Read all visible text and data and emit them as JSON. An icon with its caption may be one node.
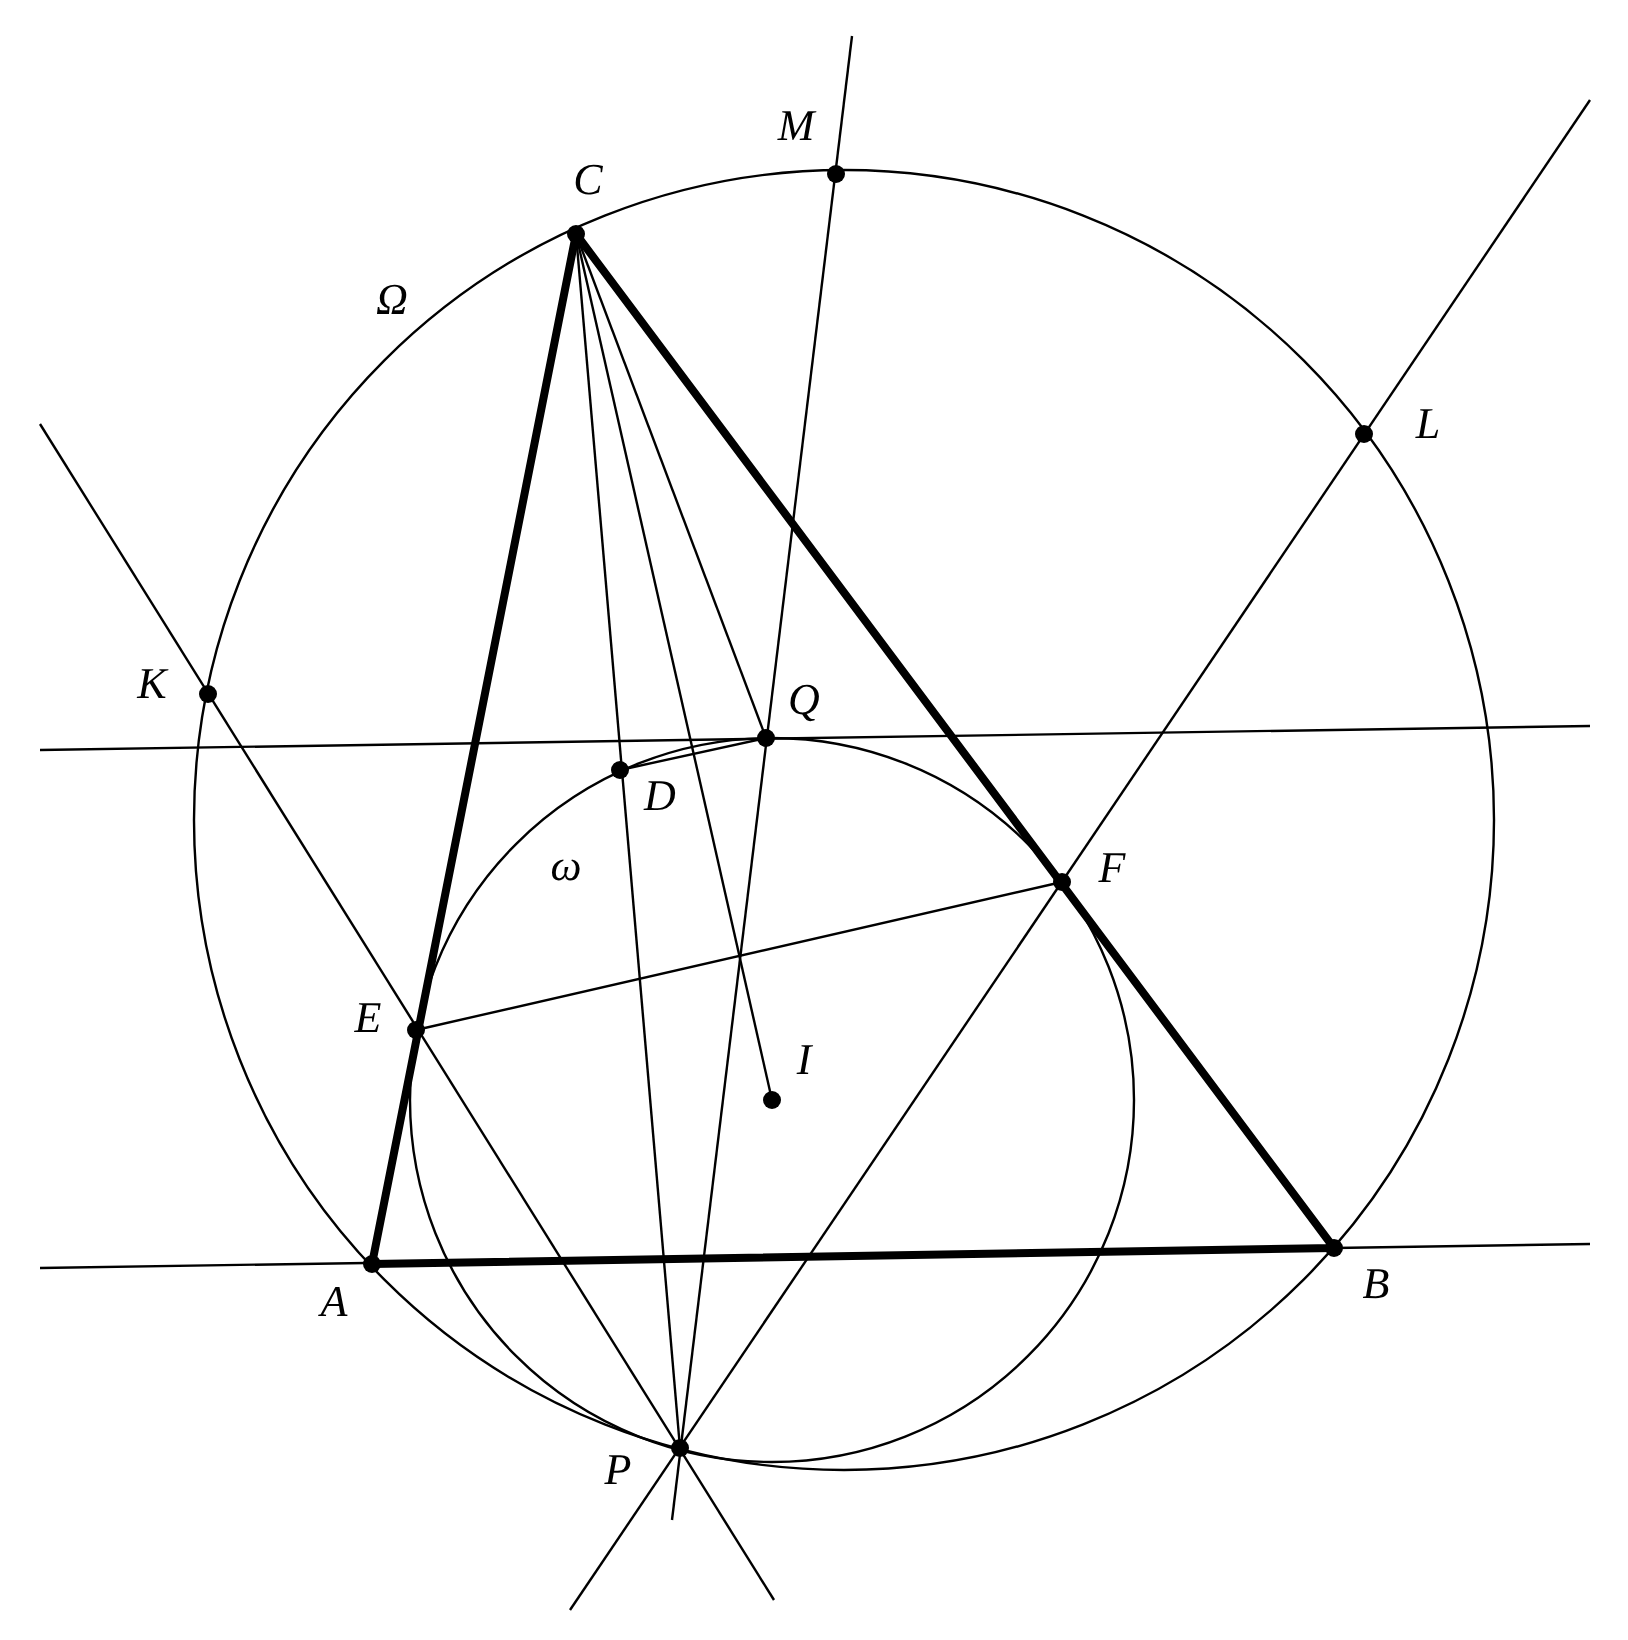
{
  "diagram": {
    "labels": [
      "M",
      "C",
      "Ω",
      "L",
      "K",
      "Q",
      "D",
      "ω",
      "F",
      "E",
      "I",
      "A",
      "B",
      "P"
    ]
  }
}
